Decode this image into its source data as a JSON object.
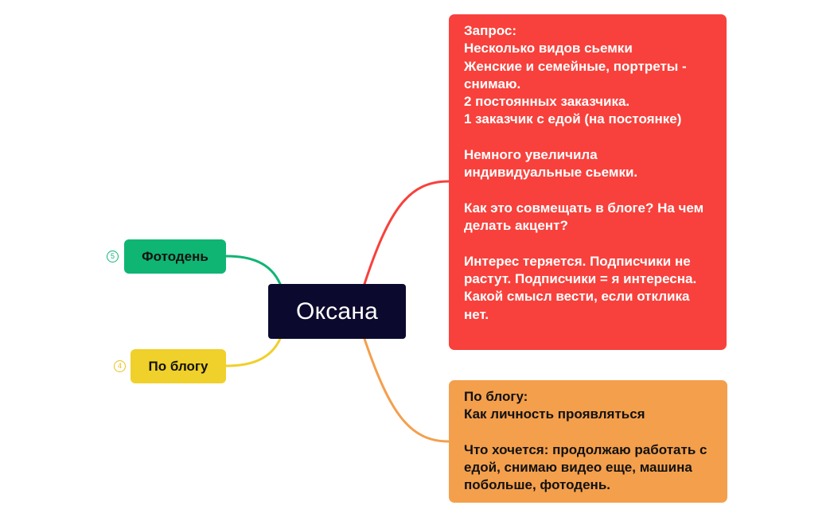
{
  "mindmap": {
    "central": {
      "label": "Оксана",
      "color": "#0b0a2e"
    },
    "left_topics": [
      {
        "label": "Фотодень",
        "badge": "5",
        "color": "#0fb573"
      },
      {
        "label": "По блогу",
        "badge": "4",
        "color": "#f0d02a"
      }
    ],
    "right_notes": [
      {
        "text": "Запрос:\nНесколько видов сьемки\nЖенские и семейные, портреты - снимаю.\n2 постоянных заказчика.\n1 заказчик с едой (на постоянке)\n\nНемного увеличила индивидуальные сьемки.\n\nКак это совмещать в блоге? На чем делать акцент?\n\nИнтерес теряется. Подписчики не растут. Подписчики = я интересна.\nКакой смысл вести, если отклика нет.",
        "color": "#f8413c"
      },
      {
        "text": "По блогу:\nКак личность проявляться\n\nЧто хочется: продолжаю работать с едой, снимаю видео еще, машина побольше, фотодень.",
        "color": "#f49f4c"
      }
    ]
  }
}
